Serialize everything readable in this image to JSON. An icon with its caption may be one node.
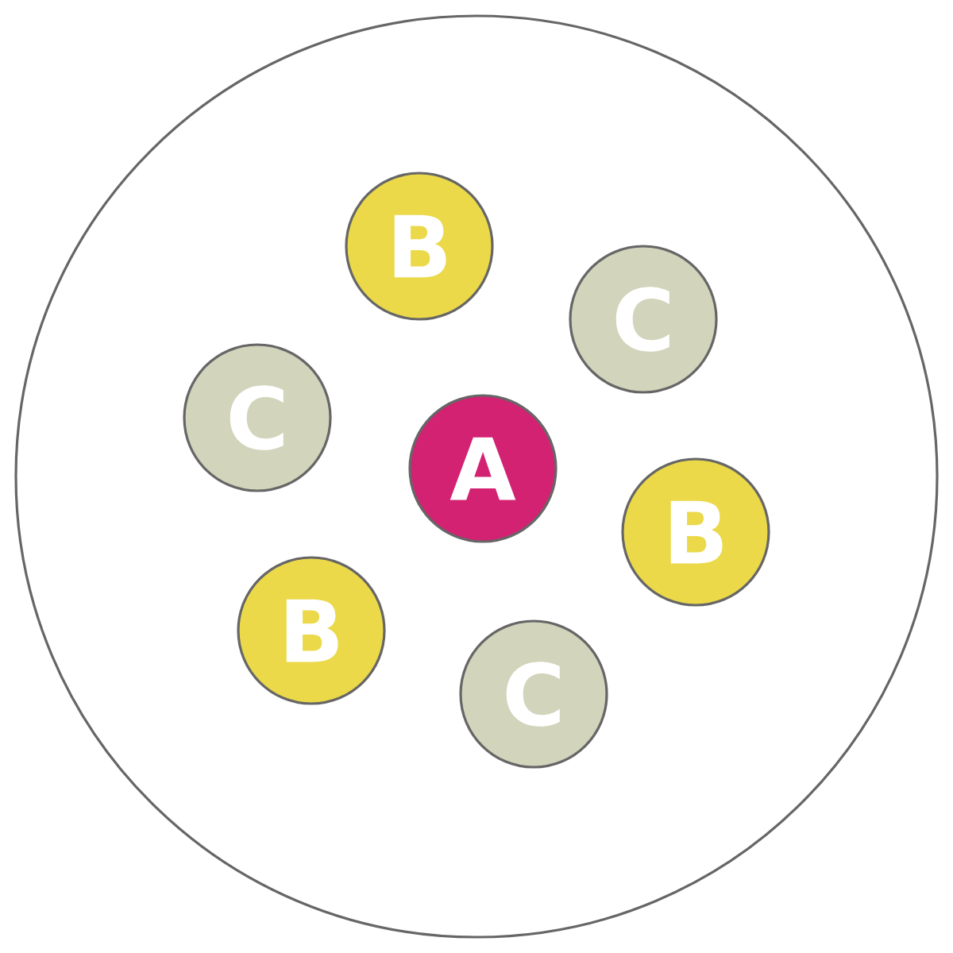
{
  "diagram": {
    "nodes": [
      {
        "text": [],
        "shape": "circle"
      },
      {
        "text": [
          "B"
        ],
        "in": 0
      },
      {
        "text": [
          "C"
        ],
        "in": 0
      },
      {
        "text": [
          "C"
        ],
        "in": 0
      },
      {
        "text": [
          "A"
        ],
        "in": 0
      },
      {
        "text": [
          "B"
        ],
        "in": 0
      },
      {
        "text": [
          "B"
        ],
        "in": 0
      },
      {
        "text": [
          "C"
        ],
        "in": 0
      }
    ]
  }
}
